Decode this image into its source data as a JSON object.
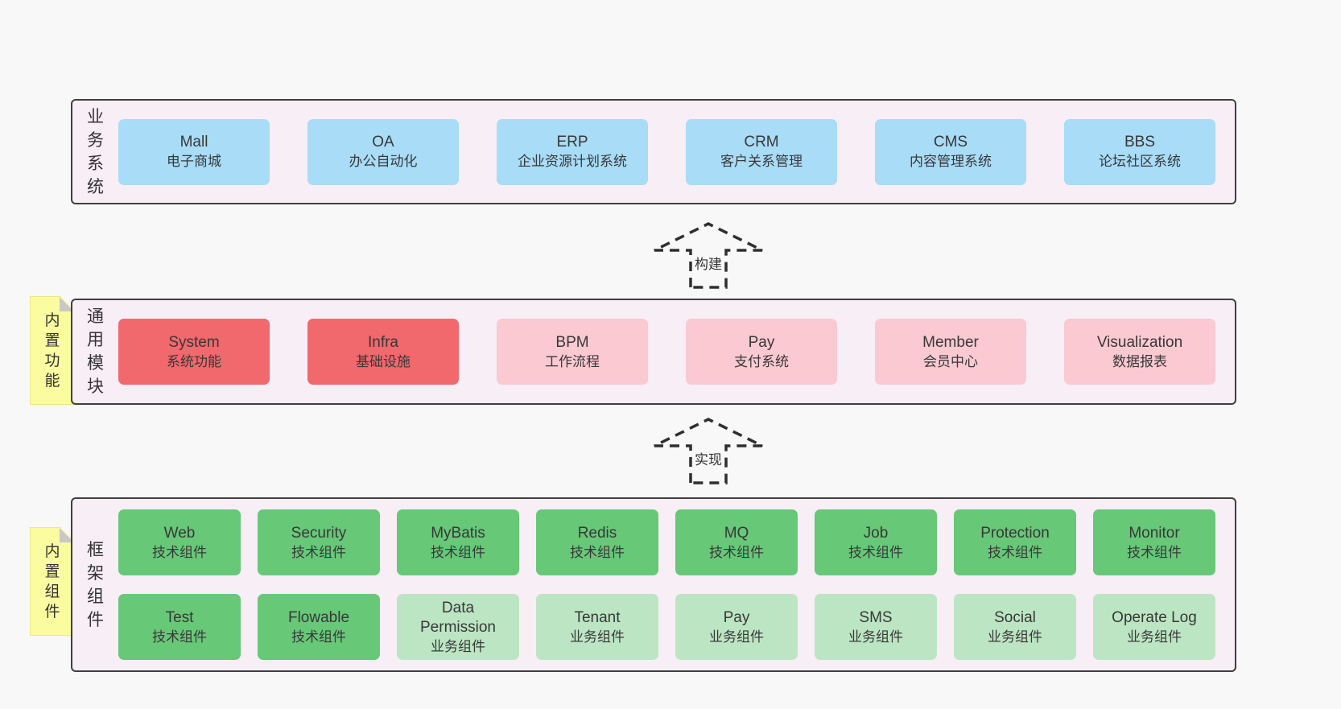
{
  "page": {
    "background": "#f8f8f8"
  },
  "colors": {
    "container_bg": "#f7eef6",
    "container_border": "#3f3f3f",
    "blue": "#a8dcf7",
    "red": "#f1686d",
    "pink": "#fac9d2",
    "green": "#67c878",
    "light_green": "#bce6c3",
    "sticky_yellow": "#fbfb9f",
    "fold_gray": "#c8c8c8",
    "text": "#383838"
  },
  "arrows": {
    "build": {
      "label": "构建"
    },
    "implement": {
      "label": "实现"
    }
  },
  "layers": {
    "business": {
      "label": "业务系统",
      "rows": [
        [
          {
            "en": "Mall",
            "zh": "电子商城",
            "color": "blue"
          },
          {
            "en": "OA",
            "zh": "办公自动化",
            "color": "blue"
          },
          {
            "en": "ERP",
            "zh": "企业资源计划系统",
            "color": "blue"
          },
          {
            "en": "CRM",
            "zh": "客户关系管理",
            "color": "blue"
          },
          {
            "en": "CMS",
            "zh": "内容管理系统",
            "color": "blue"
          },
          {
            "en": "BBS",
            "zh": "论坛社区系统",
            "color": "blue"
          }
        ]
      ]
    },
    "modules": {
      "label": "通用模块",
      "sticky": "内置功能",
      "rows": [
        [
          {
            "en": "System",
            "zh": "系统功能",
            "color": "red"
          },
          {
            "en": "Infra",
            "zh": "基础设施",
            "color": "red"
          },
          {
            "en": "BPM",
            "zh": "工作流程",
            "color": "pink"
          },
          {
            "en": "Pay",
            "zh": "支付系统",
            "color": "pink"
          },
          {
            "en": "Member",
            "zh": "会员中心",
            "color": "pink"
          },
          {
            "en": "Visualization",
            "zh": "数据报表",
            "color": "pink"
          }
        ]
      ]
    },
    "components": {
      "label": "框架组件",
      "sticky": "内置组件",
      "rows": [
        [
          {
            "en": "Web",
            "zh": "技术组件",
            "color": "green"
          },
          {
            "en": "Security",
            "zh": "技术组件",
            "color": "green"
          },
          {
            "en": "MyBatis",
            "zh": "技术组件",
            "color": "green"
          },
          {
            "en": "Redis",
            "zh": "技术组件",
            "color": "green"
          },
          {
            "en": "MQ",
            "zh": "技术组件",
            "color": "green"
          },
          {
            "en": "Job",
            "zh": "技术组件",
            "color": "green"
          },
          {
            "en": "Protection",
            "zh": "技术组件",
            "color": "green"
          },
          {
            "en": "Monitor",
            "zh": "技术组件",
            "color": "green"
          }
        ],
        [
          {
            "en": "Test",
            "zh": "技术组件",
            "color": "green"
          },
          {
            "en": "Flowable",
            "zh": "技术组件",
            "color": "green"
          },
          {
            "en": "Data Permission",
            "zh": "业务组件",
            "color": "light_green"
          },
          {
            "en": "Tenant",
            "zh": "业务组件",
            "color": "light_green"
          },
          {
            "en": "Pay",
            "zh": "业务组件",
            "color": "light_green"
          },
          {
            "en": "SMS",
            "zh": "业务组件",
            "color": "light_green"
          },
          {
            "en": "Social",
            "zh": "业务组件",
            "color": "light_green"
          },
          {
            "en": "Operate Log",
            "zh": "业务组件",
            "color": "light_green"
          }
        ]
      ]
    }
  }
}
